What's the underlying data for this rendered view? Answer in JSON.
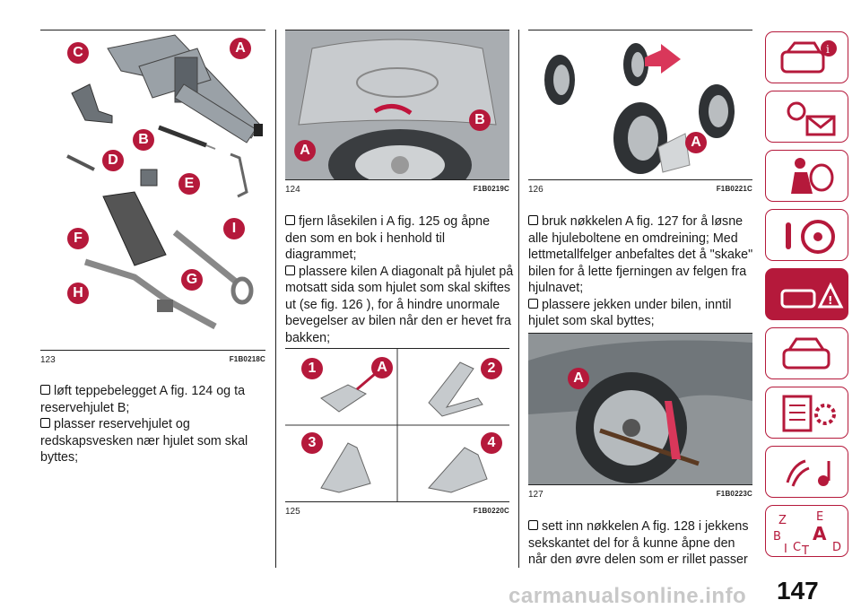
{
  "figures": {
    "f123": {
      "number": "123",
      "code": "F1B0218C",
      "labels": [
        "C",
        "A",
        "B",
        "D",
        "E",
        "I",
        "F",
        "G",
        "H"
      ]
    },
    "f124": {
      "number": "124",
      "code": "F1B0219C",
      "labels": [
        "A",
        "B"
      ]
    },
    "f125": {
      "number": "125",
      "code": "F1B0220C",
      "labels": [
        "1",
        "A",
        "2",
        "3",
        "4"
      ]
    },
    "f126": {
      "number": "126",
      "code": "F1B0221C",
      "labels": [
        "A"
      ]
    },
    "f127": {
      "number": "127",
      "code": "F1B0223C",
      "labels": [
        "A"
      ]
    }
  },
  "col1": [
    "løft teppebelegget A fig. 124 og ta reservehjulet B;",
    "plasser reservehjulet og redskapsvesken nær hjulet som skal byttes;"
  ],
  "col2": [
    "fjern låsekilen i A fig. 125 og åpne den som en bok i henhold til diagrammet;",
    "plassere kilen A diagonalt på hjulet på motsatt sida som hjulet som skal skiftes ut (se fig. 126 ), for å hindre unormale bevegelser av bilen når den er hevet fra bakken;"
  ],
  "col3a": [
    "bruk nøkkelen A fig. 127 for å løsne alle hjuleboltene en omdreining; Med lettmetallfelger anbefaltes det å \"skake\" bilen for å lette fjerningen av felgen fra hjulnavet;",
    "plassere jekken under bilen, inntil hjulet som skal byttes;"
  ],
  "col3b": [
    "sett inn nøkkelen A fig. 128 i jekkens sekskantet del for å kunne åpne den når den øvre delen som er rillet passer"
  ],
  "sidebar": {
    "tabs": [
      "car-info-icon",
      "warning-light-icon",
      "safety-icon",
      "steering-icon",
      "emergency-icon",
      "car-service-icon",
      "specifications-icon",
      "multimedia-icon",
      "index-icon"
    ],
    "index_letters": [
      "Z",
      "E",
      "B",
      "A",
      "I",
      "C",
      "T",
      "D"
    ],
    "accent": "#b5193b"
  },
  "page_number": "147",
  "watermark": "carmanualsonline.info"
}
